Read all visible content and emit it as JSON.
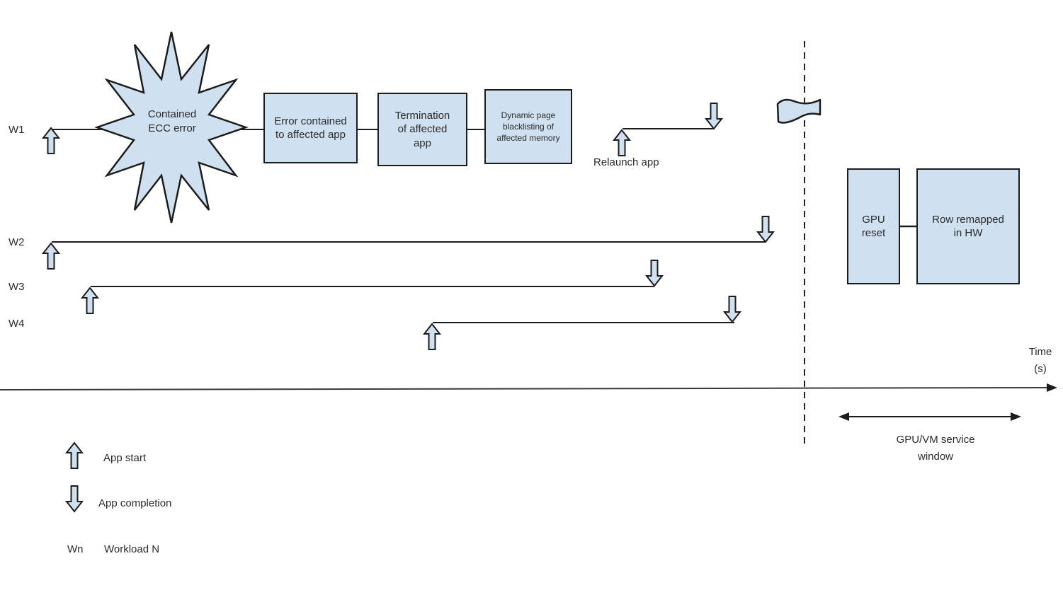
{
  "colors": {
    "shape_fill": "#cfe0f0",
    "shape_border": "#1c1c1c",
    "line": "#2a2a2a"
  },
  "workloads": [
    "W1",
    "W2",
    "W3",
    "W4"
  ],
  "event_burst": "Contained\nECC error",
  "process_boxes": [
    "Error contained\nto affected app",
    "Termination\nof affected\napp",
    "Dynamic page\nblacklisting of\naffected memory"
  ],
  "relaunch_label": "Relaunch app",
  "recovery_boxes": [
    "GPU\nreset",
    "Row remapped\nin HW"
  ],
  "time_axis_label": "Time\n(s)",
  "service_window_label": "GPU/VM service\nwindow",
  "legend": {
    "app_start": "App start",
    "app_completion": "App completion",
    "workload_symbol": "Wn",
    "workload_label": "Workload N"
  }
}
